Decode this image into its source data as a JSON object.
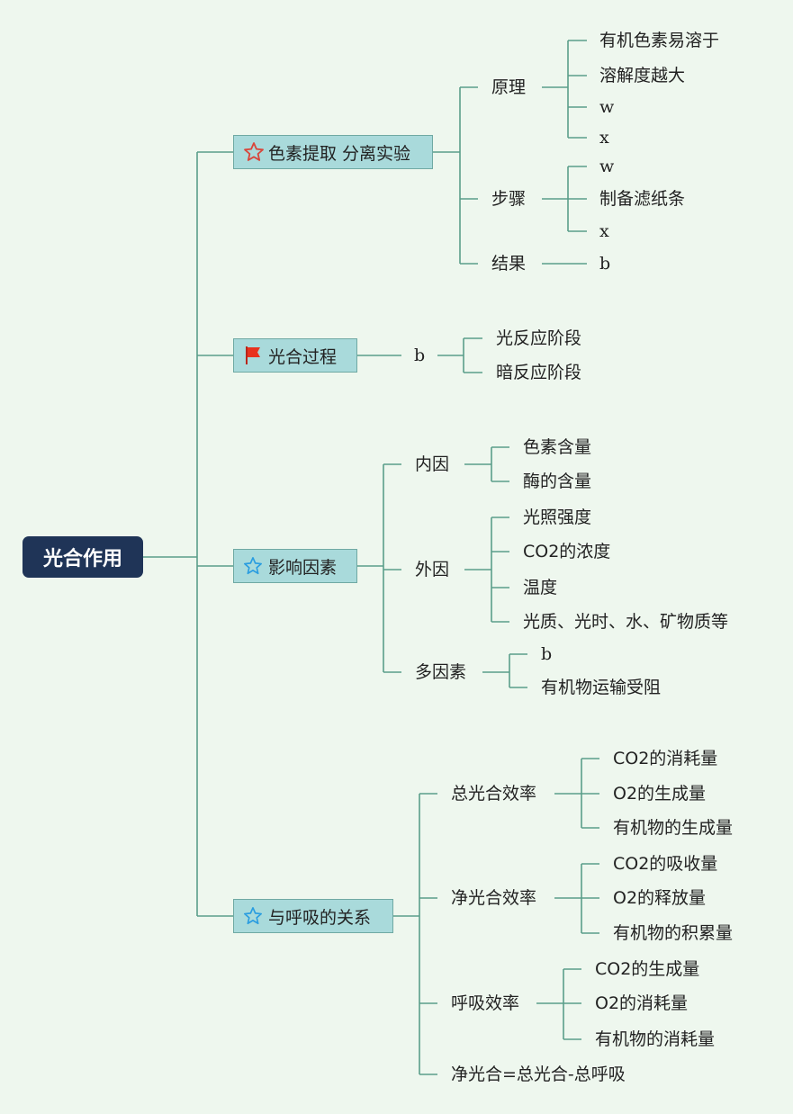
{
  "root": "光合作用",
  "branches": {
    "pigment": {
      "label": "色素提取 分离实验",
      "principle": {
        "label": "原理",
        "items": [
          "有机色素易溶于",
          "溶解度越大",
          "w",
          "x"
        ]
      },
      "steps": {
        "label": "步骤",
        "items": [
          "w",
          "制备滤纸条",
          "x"
        ]
      },
      "result": {
        "label": "结果",
        "items": [
          "b"
        ]
      }
    },
    "process": {
      "label": "光合过程",
      "sub": {
        "label": "b",
        "items": [
          "光反应阶段",
          "暗反应阶段"
        ]
      }
    },
    "factors": {
      "label": "影响因素",
      "internal": {
        "label": "内因",
        "items": [
          "色素含量",
          "酶的含量"
        ]
      },
      "external": {
        "label": "外因",
        "items": [
          "光照强度",
          "CO2的浓度",
          "温度",
          "光质、光时、水、矿物质等"
        ]
      },
      "multi": {
        "label": "多因素",
        "items": [
          "b",
          "有机物运输受阻"
        ]
      }
    },
    "respiration": {
      "label": "与呼吸的关系",
      "gross": {
        "label": "总光合效率",
        "items": [
          "CO2的消耗量",
          "O2的生成量",
          "有机物的生成量"
        ]
      },
      "net": {
        "label": "净光合效率",
        "items": [
          "CO2的吸收量",
          "O2的释放量",
          "有机物的积累量"
        ]
      },
      "resp": {
        "label": "呼吸效率",
        "items": [
          "CO2的生成量",
          "O2的消耗量",
          "有机物的消耗量"
        ]
      },
      "formula": {
        "label": "净光合=总光合-总呼吸"
      }
    }
  },
  "icons": {
    "pigment": "star-outline-icon",
    "process": "flag-icon",
    "factors": "star-outline-icon",
    "respiration": "star-outline-icon"
  },
  "colors": {
    "background": "#eef7ee",
    "root": "#1f3457",
    "category_fill": "#a9dadb",
    "line": "#5a9e8a",
    "star_red": "#d9453a",
    "flag_red": "#e8321e",
    "star_blue": "#2a9de0"
  }
}
